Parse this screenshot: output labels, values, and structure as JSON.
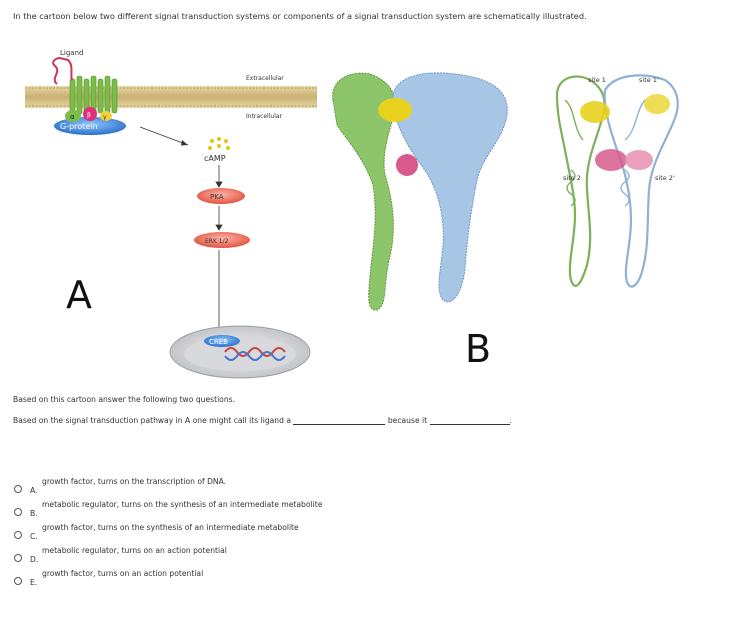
{
  "intro": "In the cartoon below two different signal transduction systems or components of a signal transduction system are schematically illustrated.",
  "figure_a": {
    "letter": "A",
    "ligand": "Ligand",
    "extracellular": "Extracellular",
    "intracellular": "Intracellular",
    "alpha": "α",
    "beta": "β",
    "gamma": "γ",
    "g_protein": "G-protein",
    "camp": "cAMP",
    "pka": "PKA",
    "erk": "ERK 1/2",
    "creb": "CREB"
  },
  "figure_b": {
    "letter": "B",
    "site1": "site 1",
    "site1p": "site 1'",
    "site2": "site 2",
    "site2p": "site 2'"
  },
  "question_intro": "Based on this cartoon answer the following two questions.",
  "question": {
    "part1": "Based on the signal transduction pathway in A one might call its ligand a",
    "part2": "because it",
    "end": "."
  },
  "options": [
    {
      "letter": "A.",
      "text": "growth factor, turns on the transcription of DNA."
    },
    {
      "letter": "B.",
      "text": "metabolic regulator, turns on the synthesis of an intermediate metabolite"
    },
    {
      "letter": "C.",
      "text": "growth factor, turns on the synthesis of an intermediate metabolite"
    },
    {
      "letter": "D.",
      "text": "metabolic regulator, turns on an action potential"
    },
    {
      "letter": "E.",
      "text": "growth factor, turns on an action potential"
    }
  ]
}
